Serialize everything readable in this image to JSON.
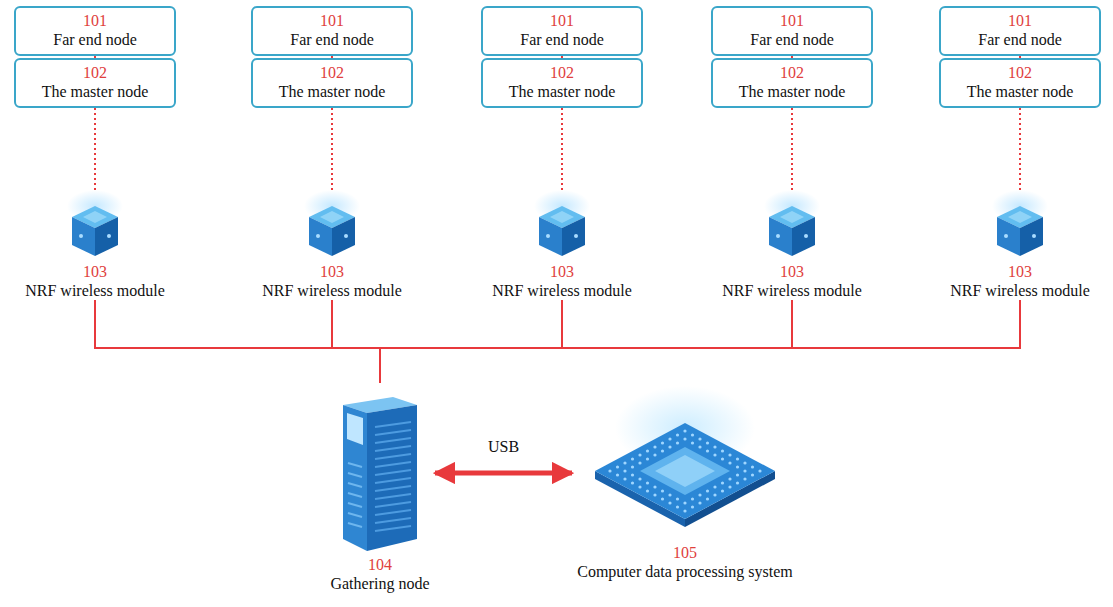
{
  "diagram": {
    "nodes": [
      {
        "text": [
          "101",
          "Far end node"
        ]
      },
      {
        "text": [
          "101",
          "Far end node"
        ]
      },
      {
        "text": [
          "101",
          "Far end node"
        ]
      },
      {
        "text": [
          "101",
          "Far end node"
        ]
      },
      {
        "text": [
          "101",
          "Far end node"
        ]
      },
      {
        "text": [
          "102",
          "The master node"
        ]
      },
      {
        "text": [
          "102",
          "The master node"
        ]
      },
      {
        "text": [
          "102",
          "The master node"
        ]
      },
      {
        "text": [
          "102",
          "The master node"
        ]
      },
      {
        "text": [
          "102",
          "The master node"
        ]
      },
      {
        "text": [
          "103",
          "NRF wireless module"
        ]
      },
      {
        "text": [
          "103",
          "NRF wireless module"
        ]
      },
      {
        "text": [
          "103",
          "NRF wireless module"
        ]
      },
      {
        "text": [
          "103",
          "NRF wireless module"
        ]
      },
      {
        "text": [
          "103",
          "NRF wireless module"
        ]
      },
      {
        "text": [
          "104",
          "Gathering node"
        ]
      },
      {
        "text": [
          "105",
          "Computer data processing system"
        ]
      }
    ],
    "edges": [
      {
        "from": 0,
        "to": 5,
        "arrow": "none"
      },
      {
        "from": 1,
        "to": 6,
        "arrow": "none"
      },
      {
        "from": 2,
        "to": 7,
        "arrow": "none"
      },
      {
        "from": 3,
        "to": 8,
        "arrow": "none"
      },
      {
        "from": 4,
        "to": 9,
        "arrow": "none"
      },
      {
        "from": 5,
        "to": 10,
        "arrow": "none"
      },
      {
        "from": 6,
        "to": 11,
        "arrow": "none"
      },
      {
        "from": 7,
        "to": 12,
        "arrow": "none"
      },
      {
        "from": 8,
        "to": 13,
        "arrow": "none"
      },
      {
        "from": 9,
        "to": 14,
        "arrow": "none"
      },
      {
        "from": 10,
        "to": 15,
        "arrow": "none"
      },
      {
        "from": 11,
        "to": 15,
        "arrow": "none"
      },
      {
        "from": 12,
        "to": 15,
        "arrow": "none"
      },
      {
        "from": 13,
        "to": 15,
        "arrow": "none"
      },
      {
        "from": 14,
        "to": 15,
        "arrow": "none"
      },
      {
        "from": 15,
        "to": 16,
        "label": "USB",
        "arrow": "both"
      }
    ]
  }
}
